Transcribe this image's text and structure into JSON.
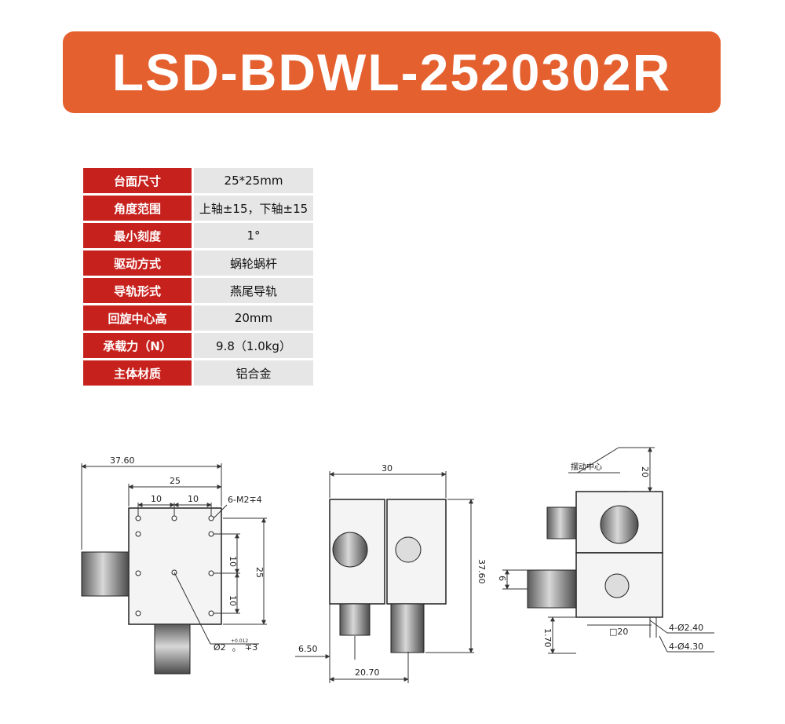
{
  "title": "LSD-BDWL-2520302R",
  "specs": [
    {
      "label": "台面尺寸",
      "value": "25*25mm"
    },
    {
      "label": "角度范围",
      "value": "上轴±15，下轴±15"
    },
    {
      "label": "最小刻度",
      "value": "1°"
    },
    {
      "label": "驱动方式",
      "value": "蜗轮蜗杆"
    },
    {
      "label": "导轨形式",
      "value": "燕尾导轨"
    },
    {
      "label": "回旋中心高",
      "value": "20mm"
    },
    {
      "label": "承载力（N）",
      "value": "9.8（1.0kg）"
    },
    {
      "label": "主体材质",
      "value": "铝合金"
    }
  ],
  "drawing_top": {
    "width_overall": "37.60",
    "width_table": "25",
    "hole_spacing_a": "10",
    "hole_spacing_b": "10",
    "thread_callout": "6-M2∓4",
    "vert_a": "10",
    "vert_b": "10",
    "vert_table": "25",
    "pin_callout": "Ø2",
    "pin_tol_upper": "+0.012",
    "pin_tol_lower": "0",
    "pin_depth": "∓3"
  },
  "drawing_side": {
    "width": "30",
    "height": "37.60",
    "offset_left": "6.50",
    "offset_bottom": "20.70"
  },
  "drawing_front": {
    "center_label": "摆动中心",
    "center_height": "20",
    "dim_6": "6",
    "dim_170": "1.70",
    "square_20": "□20",
    "hole_a": "4-Ø2.40",
    "hole_b": "4-Ø4.30"
  },
  "colors": {
    "banner": "#e5602f",
    "table_key": "#c7211d",
    "table_value": "#e6e6e6"
  }
}
